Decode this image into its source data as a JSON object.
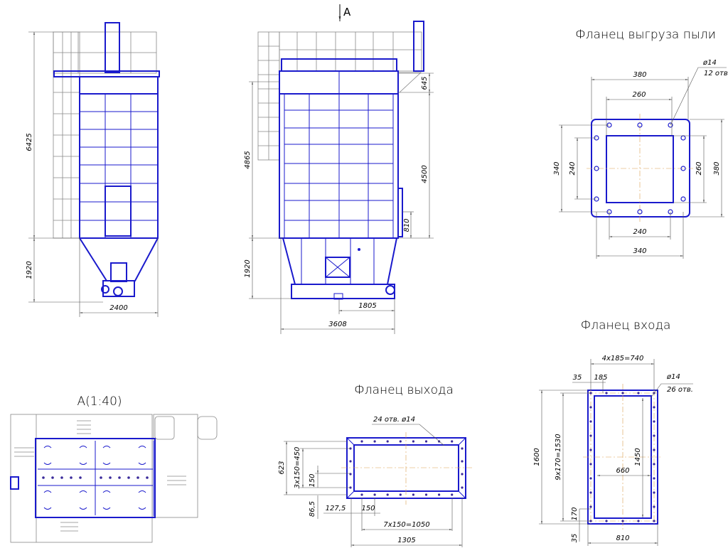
{
  "section_marker": "A",
  "side_view": {
    "dims": {
      "total_height": "6425",
      "hopper_height": "1920",
      "width": "2400"
    }
  },
  "front_view": {
    "dims": {
      "body_height": "4865",
      "hopper_height": "1920",
      "hood_height": "645",
      "section_height": "4500",
      "inlet_offset": "810",
      "half_width": "1805",
      "width": "3608"
    }
  },
  "plan_view": {
    "title": "A(1:40)"
  },
  "dust_flange": {
    "title": "Фланец выгруза пыли",
    "hole_dia": "ø14",
    "hole_count": "12 отв.",
    "dims": {
      "outer_w": "380",
      "hole_pitch_top": "260",
      "hole_pitch_bottom": "240",
      "bolt_w": "340",
      "left_outer": "340",
      "left_inner": "240",
      "right_inner": "260",
      "right_outer": "380"
    }
  },
  "inlet_flange": {
    "title": "Фланец входа",
    "hole_dia": "ø14",
    "hole_count": "26 отв.",
    "dims": {
      "top_pitch": "4x185=740",
      "edge": "35",
      "pitch": "185",
      "height": "1600",
      "vert_pitch": "9x170=1530",
      "inner_h": "1450",
      "inner_w": "660",
      "first_pitch": "170",
      "bottom_edge": "35",
      "width": "810"
    }
  },
  "outlet_flange": {
    "title": "Фланец выхода",
    "holes_note": "24 отв. ø14",
    "dims": {
      "height": "623",
      "vert_pitch": "3x150=450",
      "pitch_v": "150",
      "bottom_edge": "86,5",
      "left_edge": "127,5",
      "pitch_h": "150",
      "horiz_pitch": "7x150=1050",
      "width": "1305"
    }
  }
}
